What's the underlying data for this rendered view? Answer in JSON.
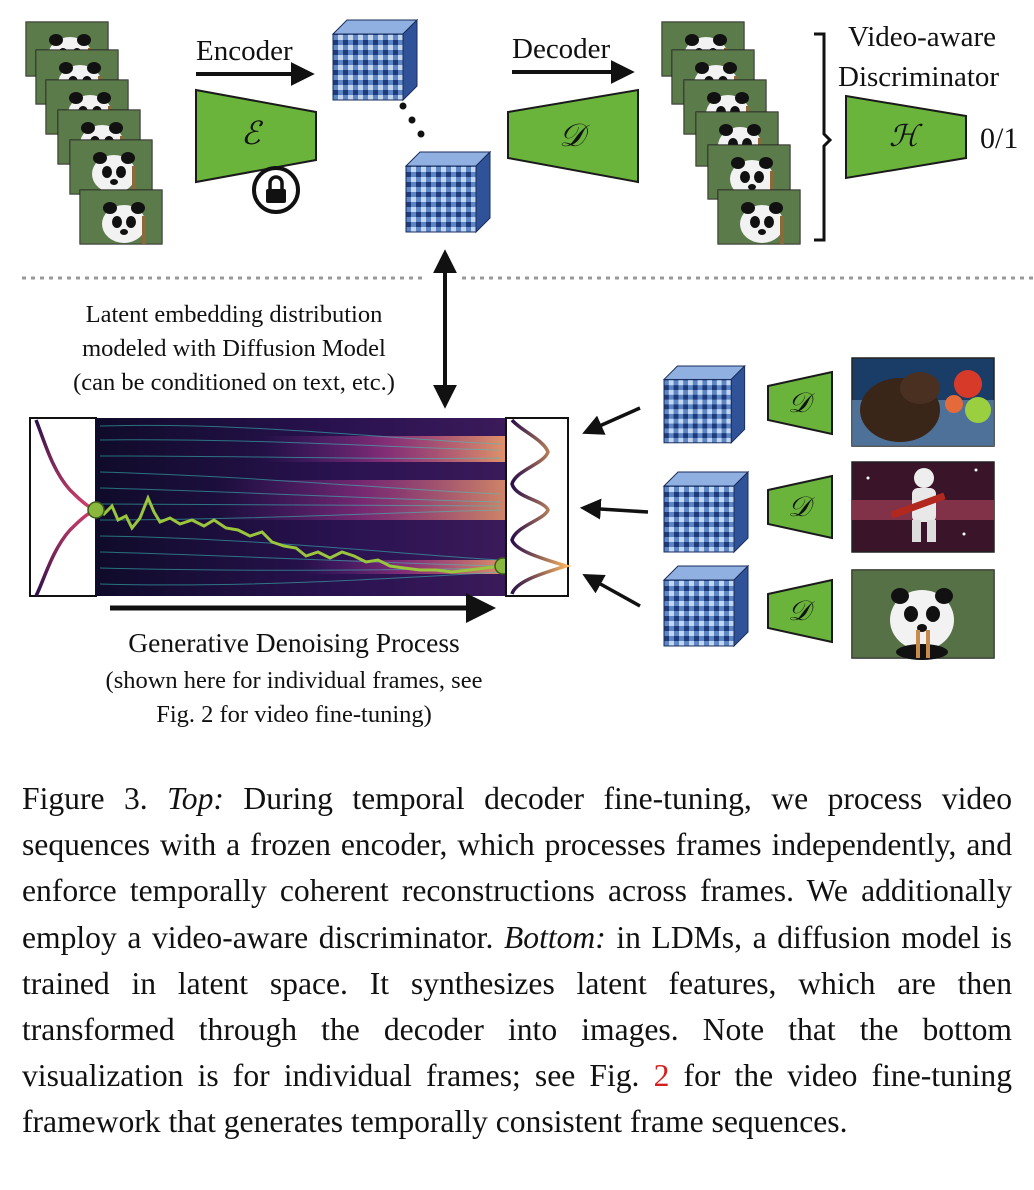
{
  "top": {
    "encoder_label": "Encoder",
    "decoder_label": "Decoder",
    "discriminator_label_line1": "Video-aware",
    "discriminator_label_line2": "Discriminator",
    "encoder_symbol": "ℰ",
    "decoder_symbol": "𝒟",
    "discriminator_symbol": "ℋ",
    "discriminator_output": "0/1"
  },
  "bottom": {
    "latent_note_line1": "Latent embedding distribution",
    "latent_note_line2": "modeled with Diffusion Model",
    "latent_note_line3": "(can be conditioned on text, etc.)",
    "process_title": "Generative Denoising Process",
    "process_note_line1": "(shown here for individual frames, see",
    "process_note_line2": "Fig. 2 for video fine-tuning)",
    "decoder_symbol": "𝒟"
  },
  "caption": {
    "label": "Figure 3.",
    "top_heading": "Top:",
    "top_text": " During temporal decoder fine-tuning, we process video sequences with a frozen encoder, which processes frames independently, and enforce temporally coherent reconstructions across frames. We additionally employ a video-aware discriminator. ",
    "bottom_heading": "Bottom:",
    "bottom_text_a": " in LDMs, a diffusion model is trained in latent space. It synthesizes latent features, which are then transformed through the decoder into images. Note that the bottom visualization is for individual frames; see Fig. ",
    "ref": "2",
    "bottom_text_b": " for the video fine-tuning framework that generates temporally consistent frame sequences."
  },
  "colors": {
    "green_block": "#6ab43c",
    "cube_dark": "#1e3a78",
    "cube_mid": "#5c86c6",
    "cube_light": "#c4d6ee",
    "ref_red": "#d61e1e",
    "trajectory": "#9bc53d"
  },
  "icons": [
    "panda-frame-stack",
    "lock-icon",
    "latent-cube",
    "arrow-right",
    "double-arrow-vertical",
    "gaussian-curve",
    "trimodal-curve",
    "bear-balloons-image",
    "astronaut-guitar-image",
    "panda-bamboo-image"
  ]
}
